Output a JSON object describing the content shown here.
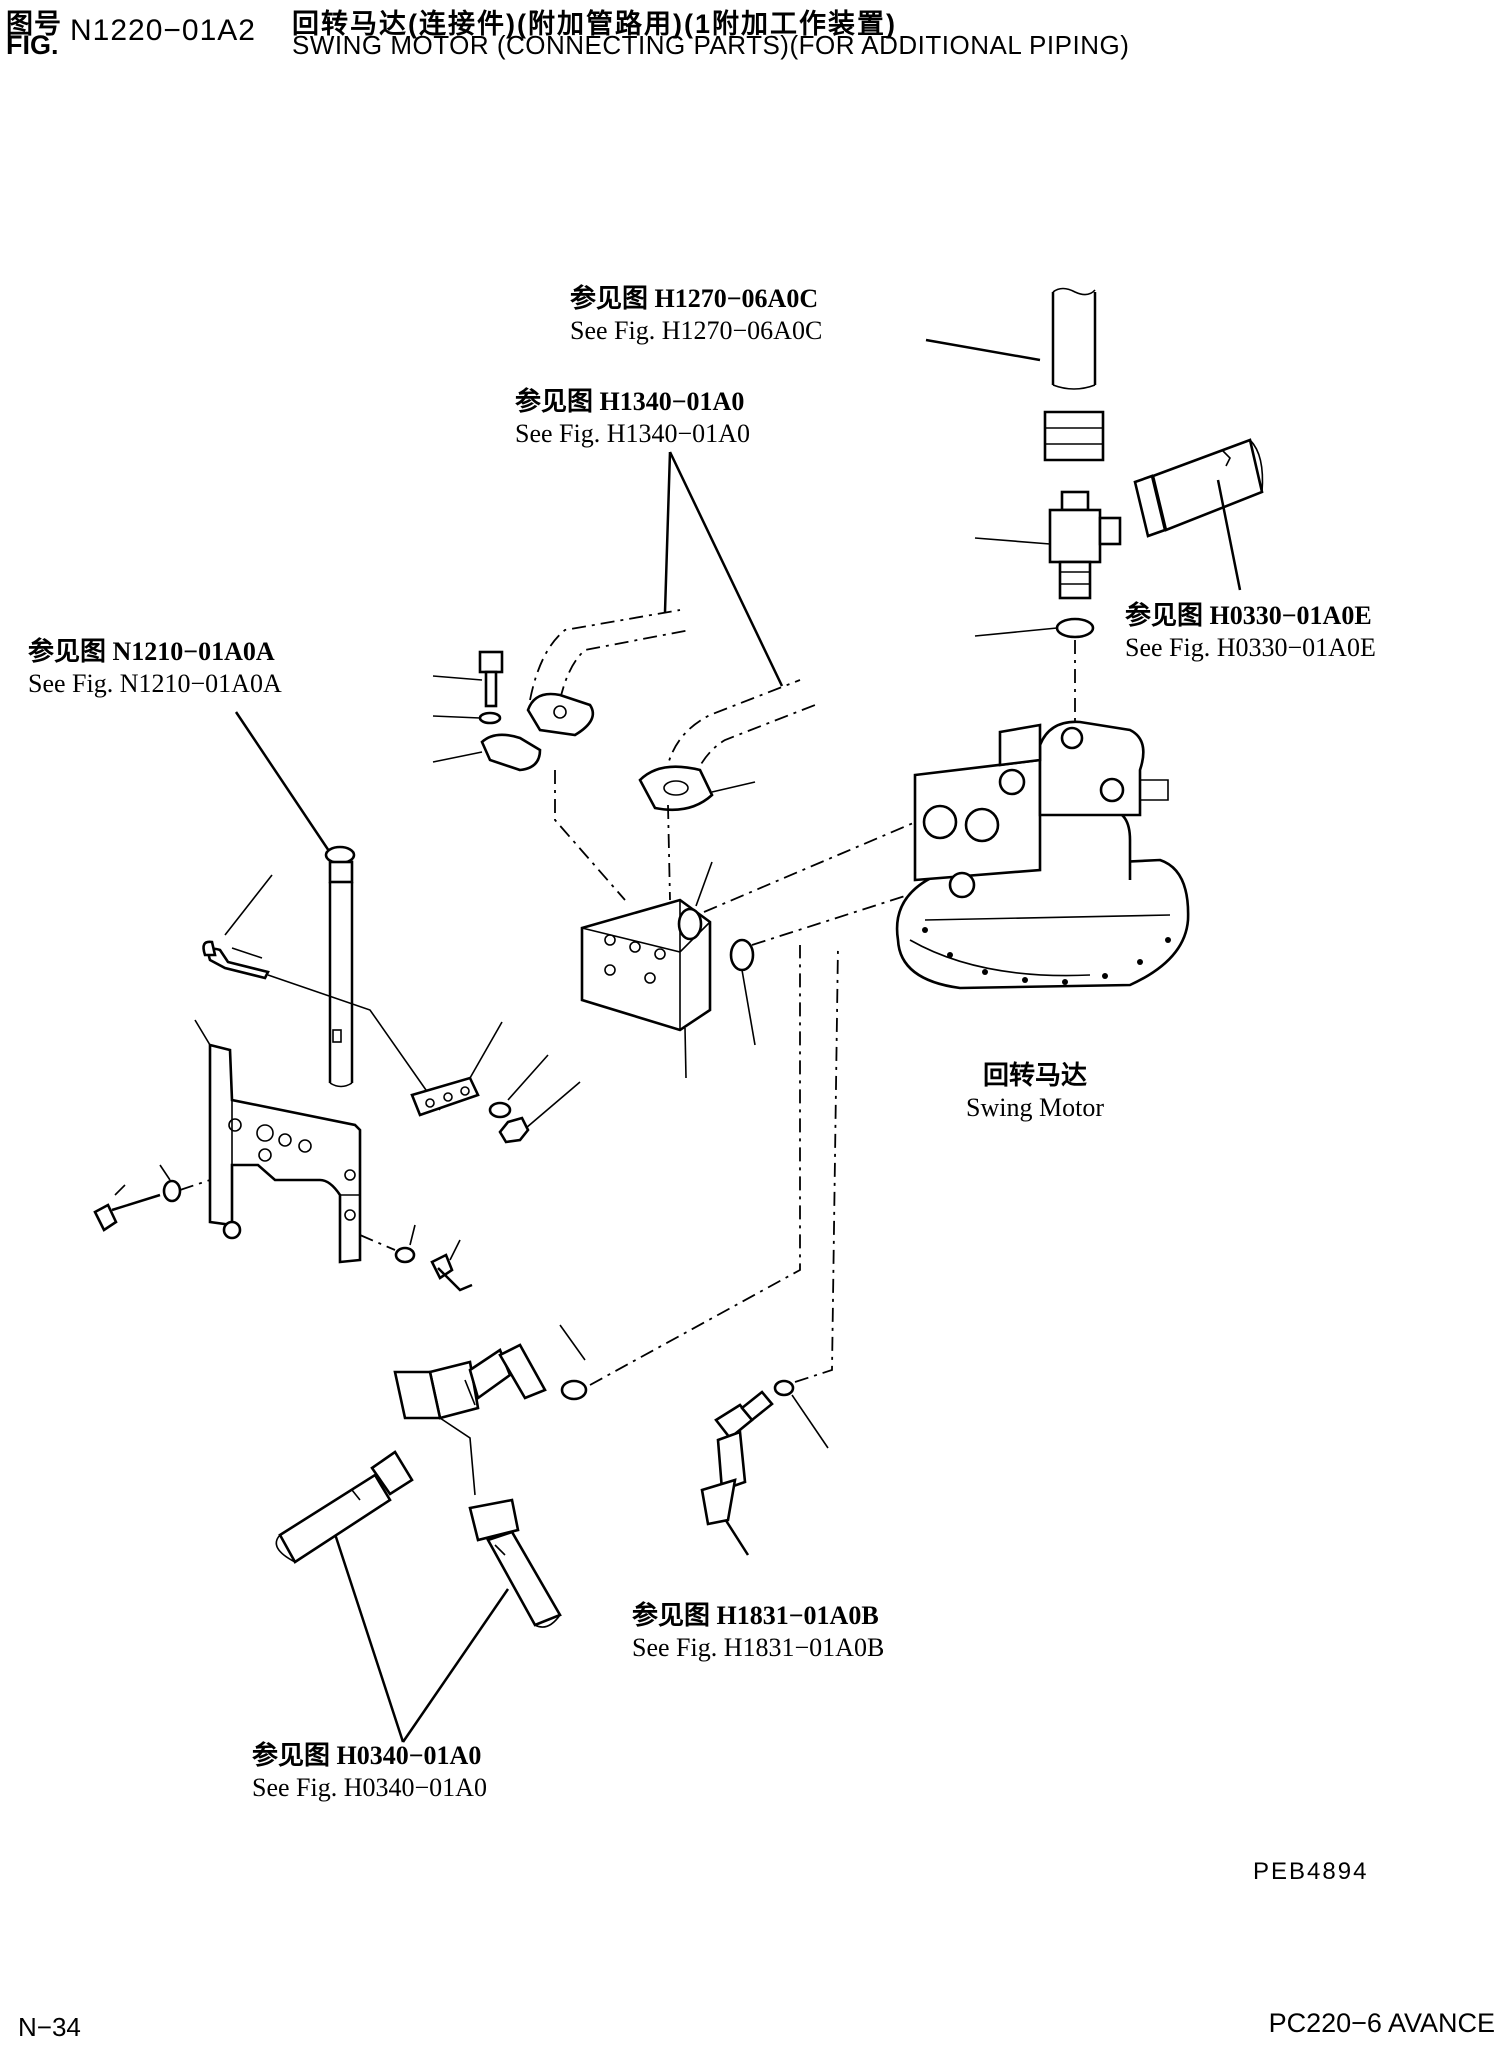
{
  "header": {
    "fig_label_zh": "图号",
    "fig_label_en": "FIG.",
    "fig_number": "N1220−01A2",
    "title_zh": "回转马达(连接件)(附加管路用)(1附加工作装置)",
    "title_en": "SWING MOTOR (CONNECTING PARTS)(FOR ADDITIONAL PIPING)"
  },
  "references": [
    {
      "zh": "参见图 H1270−06A0C",
      "en": "See Fig. H1270−06A0C"
    },
    {
      "zh": "参见图 H1340−01A0",
      "en": "See Fig. H1340−01A0"
    },
    {
      "zh": "参见图 H0330−01A0E",
      "en": "See Fig. H0330−01A0E"
    },
    {
      "zh": "参见图 N1210−01A0A",
      "en": "See Fig. N1210−01A0A"
    },
    {
      "zh": "参见图 H1831−01A0B",
      "en": "See Fig. H1831−01A0B"
    },
    {
      "zh": "参见图 H0340−01A0",
      "en": "See Fig. H0340−01A0"
    }
  ],
  "swing_motor_label": {
    "zh": "回转马达",
    "en": "Swing Motor"
  },
  "footer": {
    "image_code": "PEB4894",
    "page_number": "N−34",
    "model": "PC220−6 AVANCE"
  }
}
